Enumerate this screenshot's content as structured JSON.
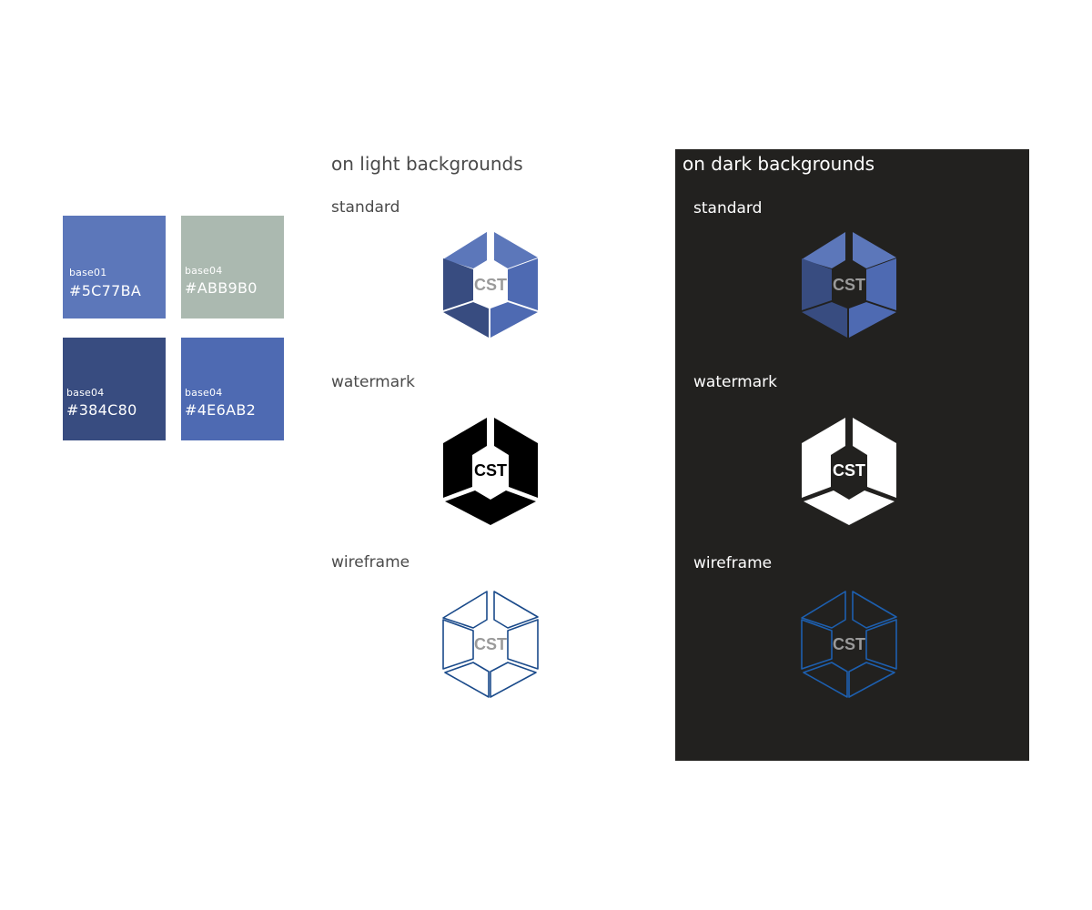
{
  "palette": [
    {
      "name": "base01",
      "hex": "#5C77BA",
      "color": "#5C77BA"
    },
    {
      "name": "base04",
      "hex": "#ABB9B0",
      "color": "#ABB9B0"
    },
    {
      "name": "base04",
      "hex": "#384C80",
      "color": "#384C80"
    },
    {
      "name": "base04",
      "hex": "#4E6AB2",
      "color": "#4E6AB2"
    }
  ],
  "light": {
    "heading": "on light backgrounds",
    "standard_label": "standard",
    "watermark_label": "watermark",
    "wireframe_label": "wireframe"
  },
  "dark": {
    "heading": "on dark backgrounds",
    "standard_label": "standard",
    "watermark_label": "watermark",
    "wireframe_label": "wireframe"
  },
  "logo_text": "CST",
  "colors": {
    "dark_bg": "#22211F",
    "wire_light": "#1A4A8A",
    "wire_dark": "#1D5FAF",
    "logo_text_grey": "#9A9A9A"
  }
}
